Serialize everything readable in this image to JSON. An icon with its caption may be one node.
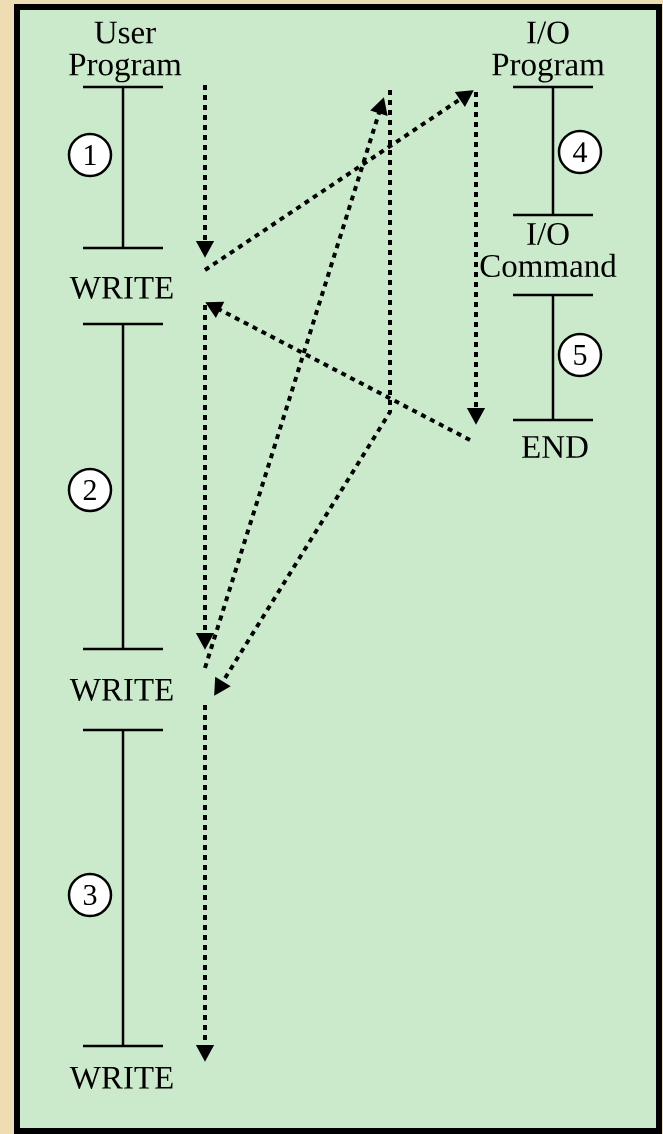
{
  "diagram": {
    "nodes": [
      {
        "text": [
          "User Program"
        ]
      },
      {
        "text": [
          "I/O Program"
        ]
      },
      {
        "text": [
          "1"
        ]
      },
      {
        "text": [
          "4"
        ]
      },
      {
        "text": [
          "WRITE"
        ]
      },
      {
        "text": [
          "I/O Command"
        ]
      },
      {
        "text": [
          "5"
        ]
      },
      {
        "text": [
          "END"
        ]
      },
      {
        "text": [
          "2"
        ]
      },
      {
        "text": [
          "WRITE"
        ]
      },
      {
        "text": [
          "3"
        ]
      },
      {
        "text": [
          "WRITE"
        ]
      }
    ],
    "edges": [
      {
        "from": 0,
        "to": 4,
        "arrow": "to"
      },
      {
        "from": 4,
        "to": 1,
        "arrow": "to"
      },
      {
        "from": 1,
        "to": 7,
        "arrow": "to"
      },
      {
        "from": 7,
        "to": 4,
        "arrow": "to"
      },
      {
        "from": 4,
        "to": 9,
        "arrow": "to"
      },
      {
        "from": 9,
        "to": null,
        "arrow": "to"
      },
      {
        "from": null,
        "to": 9,
        "arrow": "to"
      },
      {
        "from": 9,
        "to": 11,
        "arrow": "to"
      }
    ]
  }
}
